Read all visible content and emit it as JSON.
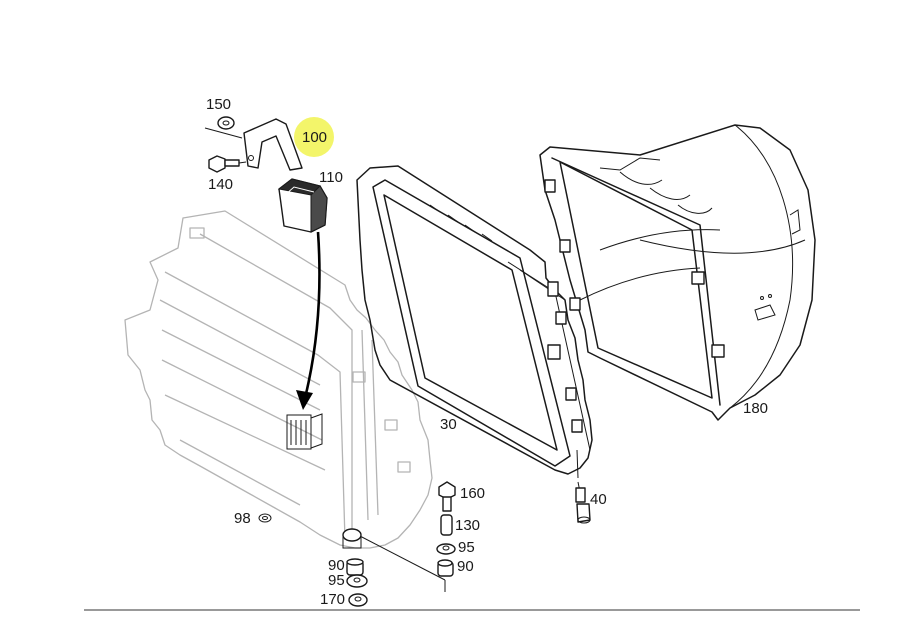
{
  "diagram": {
    "highlight_color": "#f3f56a",
    "parts": [
      {
        "id": "p150",
        "number": "150"
      },
      {
        "id": "p100",
        "number": "100"
      },
      {
        "id": "p140",
        "number": "140"
      },
      {
        "id": "p110",
        "number": "110"
      },
      {
        "id": "p30",
        "number": "30"
      },
      {
        "id": "p180",
        "number": "180"
      },
      {
        "id": "p160",
        "number": "160"
      },
      {
        "id": "p40",
        "number": "40"
      },
      {
        "id": "p130",
        "number": "130"
      },
      {
        "id": "p95a",
        "number": "95"
      },
      {
        "id": "p90a",
        "number": "90"
      },
      {
        "id": "p98",
        "number": "98"
      },
      {
        "id": "p90b",
        "number": "90"
      },
      {
        "id": "p95b",
        "number": "95"
      },
      {
        "id": "p170",
        "number": "170"
      }
    ]
  }
}
